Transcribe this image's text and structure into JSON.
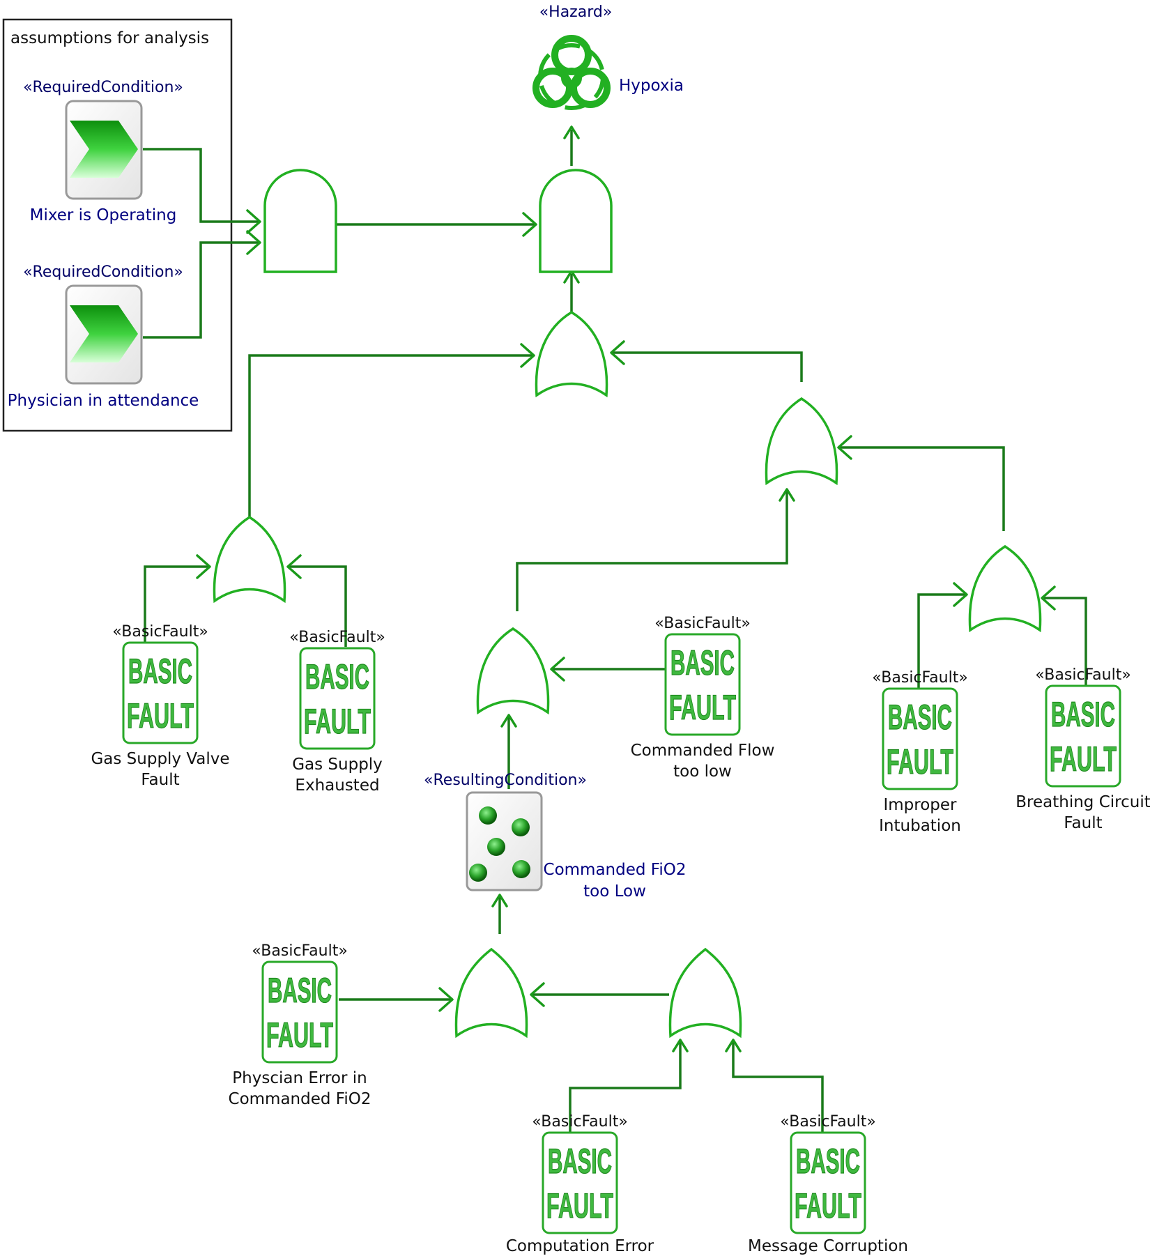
{
  "assumptions_panel": {
    "title": "assumptions for analysis",
    "items": [
      {
        "stereotype": "«RequiredCondition»",
        "label": "Mixer is Operating"
      },
      {
        "stereotype": "«RequiredCondition»",
        "label": "Physician in attendance"
      }
    ]
  },
  "hazard": {
    "stereotype": "«Hazard»",
    "label": "Hypoxia"
  },
  "resulting_condition": {
    "stereotype": "«ResultingCondition»",
    "label_line1": "Commanded FiO2",
    "label_line2": "too Low"
  },
  "basic_fault_icon": {
    "line1": "BASIC",
    "line2": "FAULT"
  },
  "basic_faults": [
    {
      "stereotype": "«BasicFault»",
      "line1": "Gas Supply Valve",
      "line2": "Fault"
    },
    {
      "stereotype": "«BasicFault»",
      "line1": "Gas Supply",
      "line2": "Exhausted"
    },
    {
      "stereotype": "«BasicFault»",
      "line1": "Commanded Flow",
      "line2": "too low"
    },
    {
      "stereotype": "«BasicFault»",
      "line1": "Improper",
      "line2": "Intubation"
    },
    {
      "stereotype": "«BasicFault»",
      "line1": "Breathing Circuit",
      "line2": "Fault"
    },
    {
      "stereotype": "«BasicFault»",
      "line1": "Physcian Error in",
      "line2": "Commanded FiO2"
    },
    {
      "stereotype": "«BasicFault»",
      "line1": "Computation Error",
      "line2": ""
    },
    {
      "stereotype": "«BasicFault»",
      "line1": "Message Corruption",
      "line2": ""
    }
  ],
  "colors": {
    "gate_stroke": "#22b022",
    "wire": "#1a7a1a",
    "stereotype_text": "#000066",
    "fault_green": "#3fb83f"
  },
  "icons": [
    "biohazard-icon",
    "required-condition-chevron-icon",
    "basic-fault-icon",
    "resulting-condition-icon",
    "and-gate-icon",
    "or-gate-icon",
    "arrowhead-icon"
  ]
}
